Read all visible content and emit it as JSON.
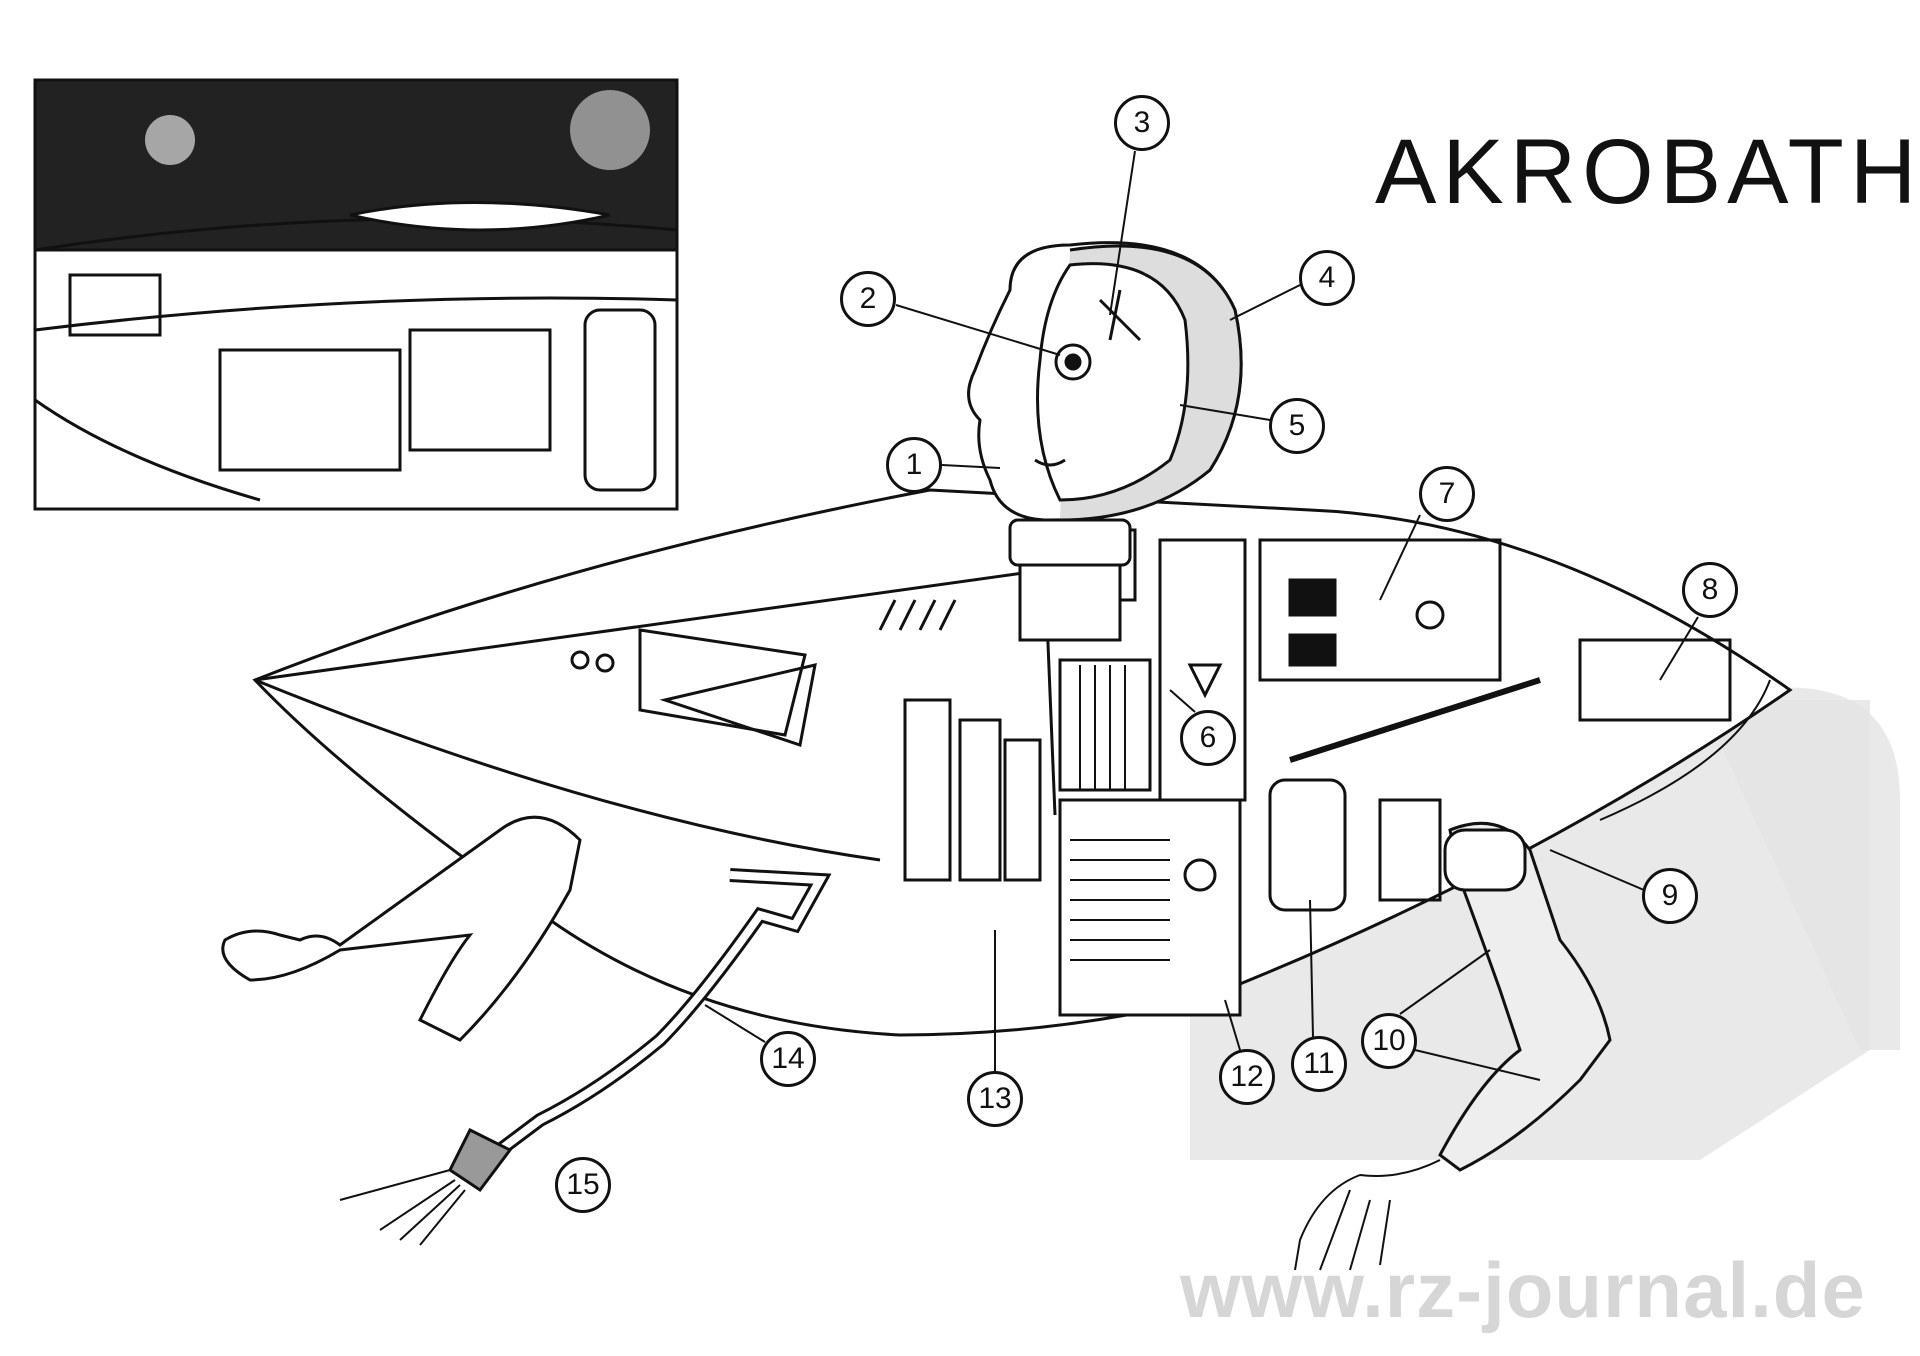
{
  "title": "AKROBATH",
  "watermark": "www.rz-journal.de",
  "callouts": [
    "1",
    "2",
    "3",
    "4",
    "5",
    "6",
    "7",
    "8",
    "9",
    "10",
    "11",
    "12",
    "13",
    "14",
    "15"
  ]
}
